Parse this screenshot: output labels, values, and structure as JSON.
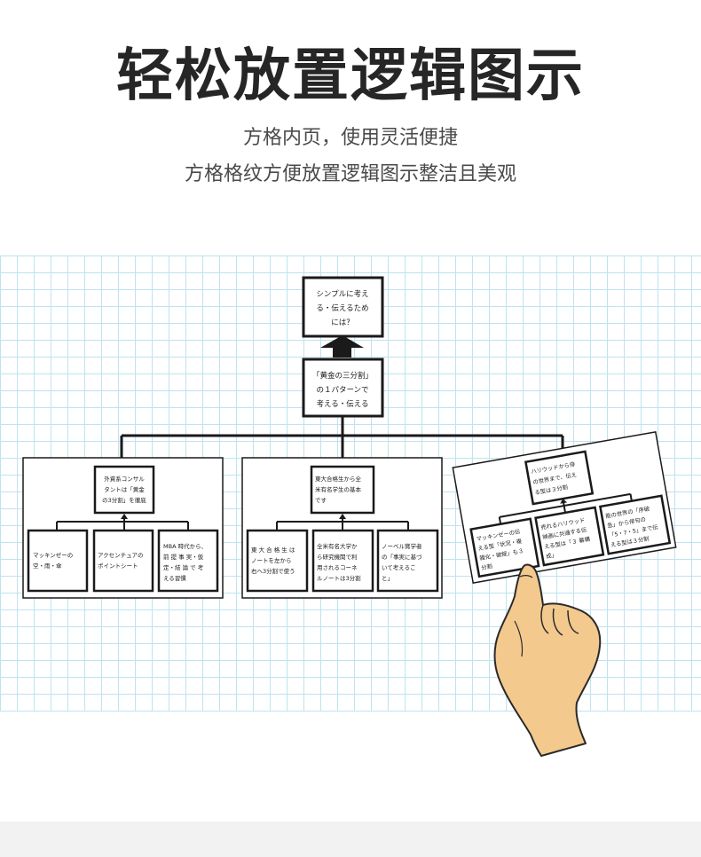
{
  "header": {
    "title": "轻松放置逻辑图示",
    "subtitle_line1": "方格内页，使用灵活便捷",
    "subtitle_line2": "方格格纹方便放置逻辑图示整洁且美观"
  },
  "colors": {
    "grid_line": "#bfe3ef",
    "box_border": "#1a1a1a",
    "hand_fill": "#f3c98e",
    "title_text": "#262626"
  },
  "diagram": {
    "top_box": {
      "line1": "シンプルに考え",
      "line2": "る・伝えるため",
      "line3": "には？"
    },
    "mid_box": {
      "line1": "「黄金の三分割」",
      "line2": "の１パターンで",
      "line3": "考える・伝える"
    },
    "panel_left": {
      "head": {
        "line1": "外資系コンサル",
        "line2": "タントは「黄金",
        "line3": "の3分割」を徹底"
      },
      "leaf1": {
        "line1": "マッキンゼーの",
        "line2": "空・雨・傘"
      },
      "leaf2": {
        "line1": "アクセンチュアの",
        "line2": "ポイントシート"
      },
      "leaf3": {
        "line1": "MBA 時代から、",
        "line2": "前 提 事 実・仮",
        "line3": "定・結 論 で 考",
        "line4": "える習慣"
      }
    },
    "panel_center": {
      "head": {
        "line1": "東大合格生から全",
        "line2": "米有名学生の基本",
        "line3": "です"
      },
      "leaf1": {
        "line1": "東 大 合 格 生 は",
        "line2": "ノートを左から",
        "line3": "右へ3分割で使う"
      },
      "leaf2": {
        "line1": "全米有名大学か",
        "line2": "ら研究機関で利",
        "line3": "用されるコーネ",
        "line4": "ルノートは3分割"
      },
      "leaf3": {
        "line1": "ノーベル賞学者",
        "line2": "の「事実に基づ",
        "line3": "いて考えるこ",
        "line4": "と」"
      }
    },
    "panel_right": {
      "head": {
        "line1": "ハリウッドから俳",
        "line2": "の世界まで、伝え",
        "line3": "る型は３分割"
      },
      "leaf1": {
        "line1": "マッキンゼーの伝",
        "line2": "える型「状況・複",
        "line3": "雑化・破綻」も３",
        "line4": "分割"
      },
      "leaf2": {
        "line1": "売れるハリウッド",
        "line2": "映画に共通する伝",
        "line3": "える型は「３ 幕構",
        "line4": "成」"
      },
      "leaf3": {
        "line1": "能の世界の「序破",
        "line2": "急」から俳句の",
        "line3": "「5・7・5」まで伝",
        "line4": "える型は３分割"
      }
    }
  }
}
